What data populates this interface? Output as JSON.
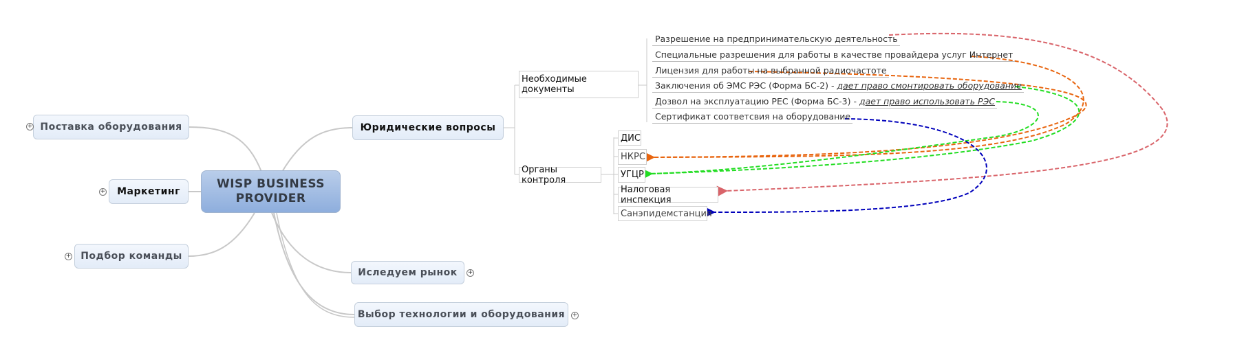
{
  "central": {
    "line1": "WISP BUSINESS",
    "line2": "PROVIDER"
  },
  "branches": {
    "supply": "Поставка оборудования",
    "marketing": "Маркетинг",
    "team": "Подбор команды",
    "legal": "Юридические вопросы",
    "market": "Иследуем рынок",
    "tech": "Выбор технологии и оборудования"
  },
  "legal": {
    "documents": "Необходимые документы",
    "authorities": "Органы контроля"
  },
  "documents": [
    {
      "text": "Разрешение на предпринимательскую деятельность",
      "note": ""
    },
    {
      "text": "Специальные разрешения для работы в качестве провайдера услуг Интернет",
      "note": ""
    },
    {
      "text": "Лицензия для работы на выбранной радиочастоте",
      "note": ""
    },
    {
      "text": "Заключения об ЭМС РЭС (Форма БС-2) - ",
      "note": "дает право смонтировать оборудование"
    },
    {
      "text": "Дозвол на эксплуатацию РЕС (Форма БС-3) - ",
      "note": "дает право использовать РЭС "
    },
    {
      "text": "Сертификат соответсвия на оборудование",
      "note": ""
    }
  ],
  "authorities": [
    "ДИС",
    "НКРС",
    "УГЦР",
    "Налоговая инспекция",
    "Санэпидемстанция"
  ],
  "expand_symbol": "+",
  "colors": {
    "red": "#d9646a",
    "orange": "#e8650f",
    "green": "#22dd22",
    "blue": "#0000bb",
    "branch": "#c8c8c8"
  }
}
